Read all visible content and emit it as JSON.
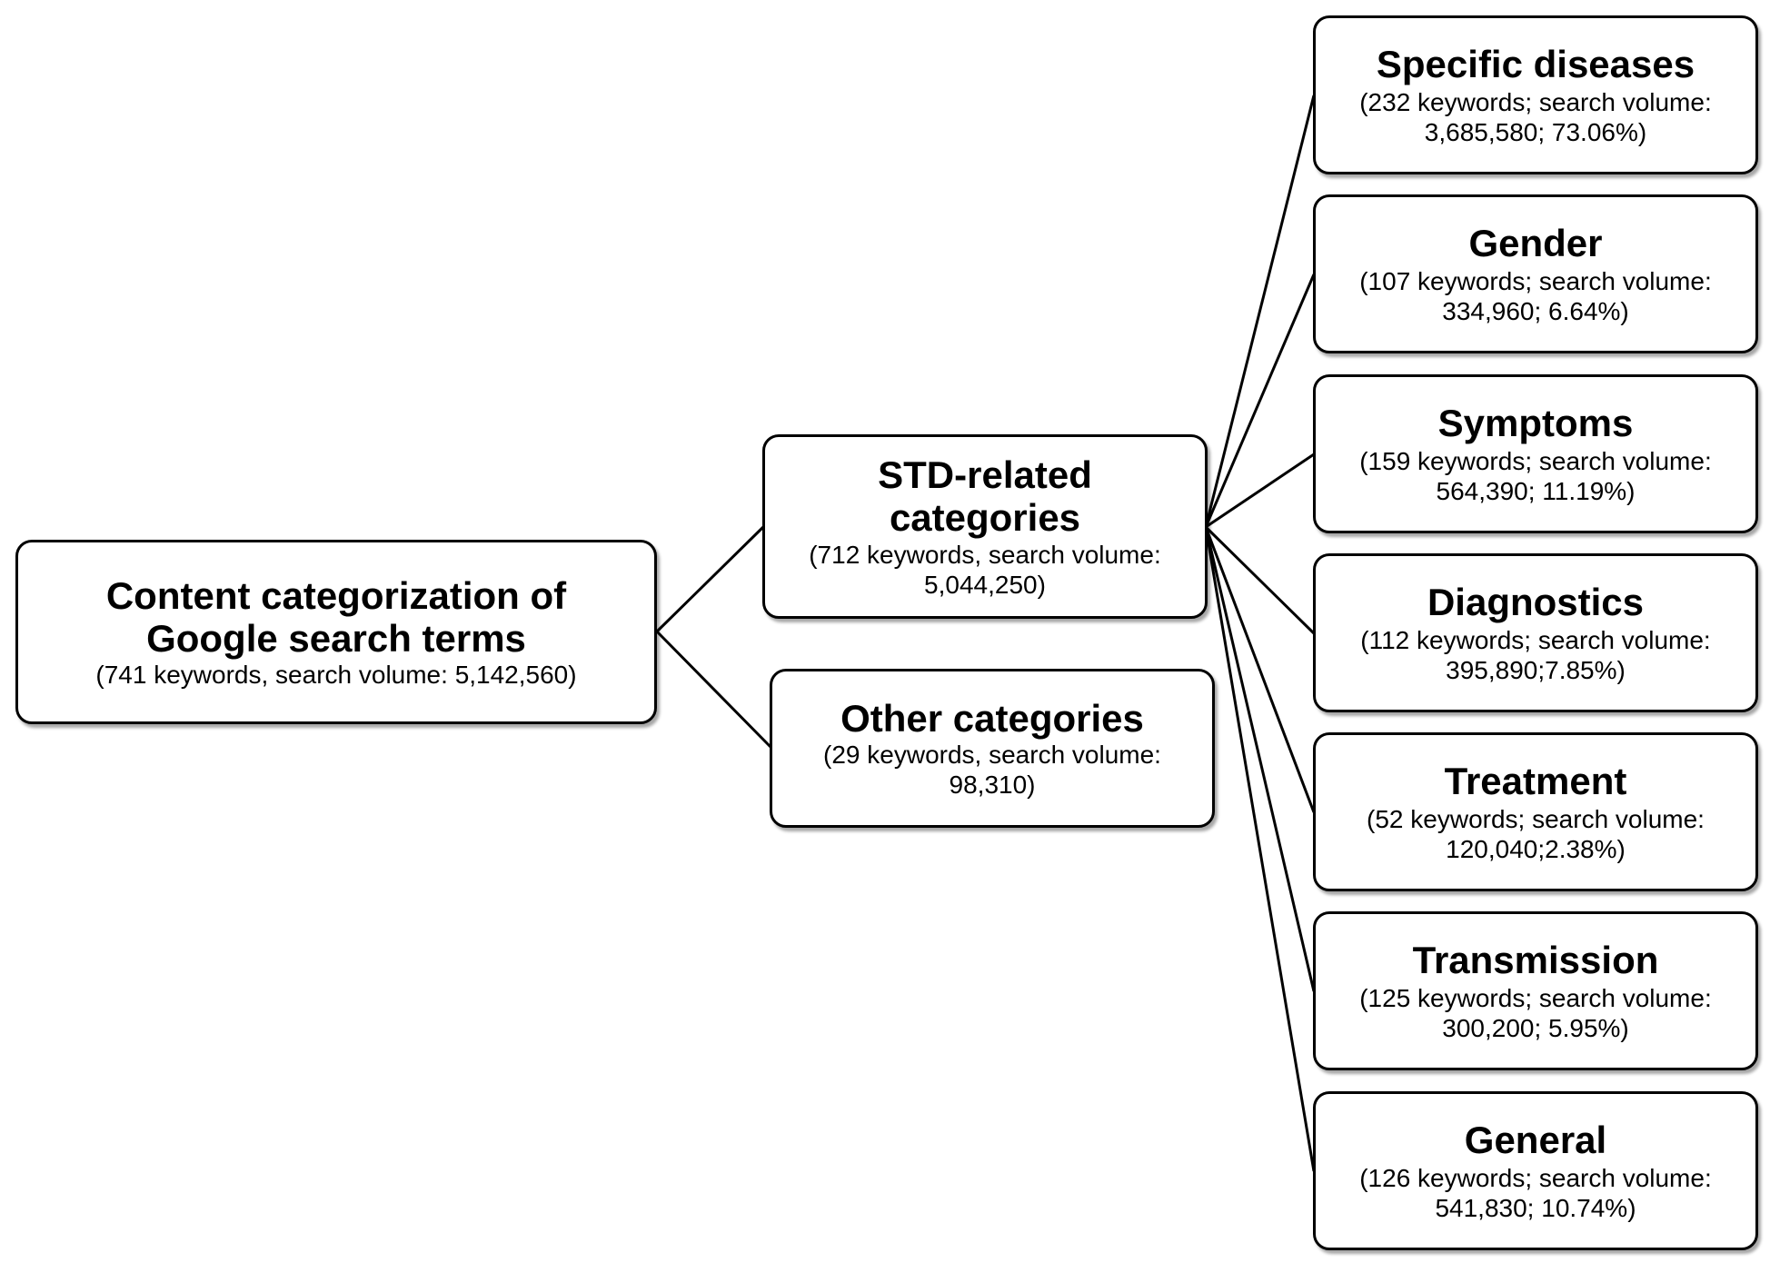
{
  "diagram": {
    "root": {
      "title": "Content categorization of Google search terms",
      "detail": "(741 keywords, search volume:  5,142,560)"
    },
    "level1": [
      {
        "title": "STD-related categories",
        "detail": "(712 keywords, search volume: 5,044,250)"
      },
      {
        "title": "Other categories",
        "detail": "(29 keywords, search volume: 98,310)"
      }
    ],
    "level2": [
      {
        "title": "Specific diseases",
        "detail": "(232 keywords; search volume: 3,685,580; 73.06%)"
      },
      {
        "title": "Gender",
        "detail": "(107 keywords; search volume: 334,960; 6.64%)"
      },
      {
        "title": "Symptoms",
        "detail": "(159 keywords; search volume: 564,390; 11.19%)"
      },
      {
        "title": "Diagnostics",
        "detail": "(112 keywords; search volume: 395,890;7.85%)"
      },
      {
        "title": "Treatment",
        "detail": "(52 keywords; search volume: 120,040;2.38%)"
      },
      {
        "title": "Transmission",
        "detail": "(125 keywords; search volume: 300,200; 5.95%)"
      },
      {
        "title": "General",
        "detail": "(126 keywords; search volume: 541,830; 10.74%)"
      }
    ]
  }
}
